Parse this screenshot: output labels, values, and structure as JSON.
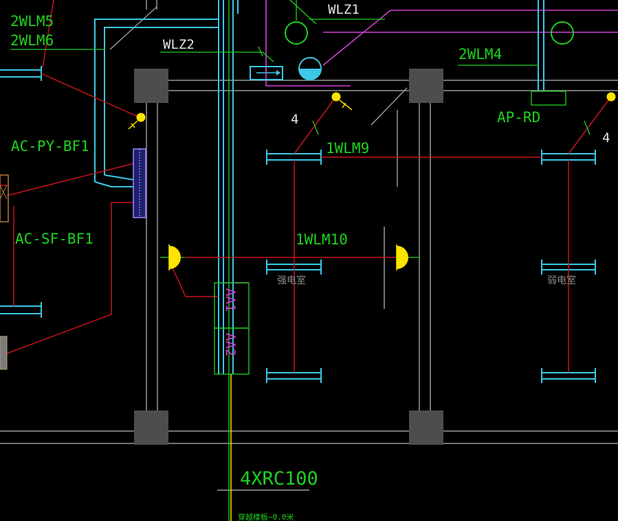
{
  "labels": {
    "wlm5": "2WLM5",
    "wlm6": "2WLM6",
    "wlz2": "WLZ2",
    "wlz1": "WLZ1",
    "wlm4": "2WLM4",
    "ap_rd": "AP-RD",
    "ac_py": "AC-PY-BF1",
    "ac_sf": "AC-SF-BF1",
    "wlm9": "1WLM9",
    "wlm10": "1WLM10",
    "num_left": "4",
    "num_right": "4",
    "room_left": "强电室",
    "room_right": "弱电室",
    "aa1": "AA1",
    "aa2": "AA2",
    "conduit": "4XRC100",
    "bottom_note": "穿越楼板~0.0米"
  },
  "colors": {
    "background": "#000000",
    "label_green": "#1fd21f",
    "wire_red": "#c8141e",
    "duct_cyan": "#3cc8e6",
    "pipe_magenta": "#d43fd4",
    "fixture_yellow": "#ffe400",
    "column_gray": "#4d4d4d",
    "wall_gray": "#a0a0a0"
  }
}
